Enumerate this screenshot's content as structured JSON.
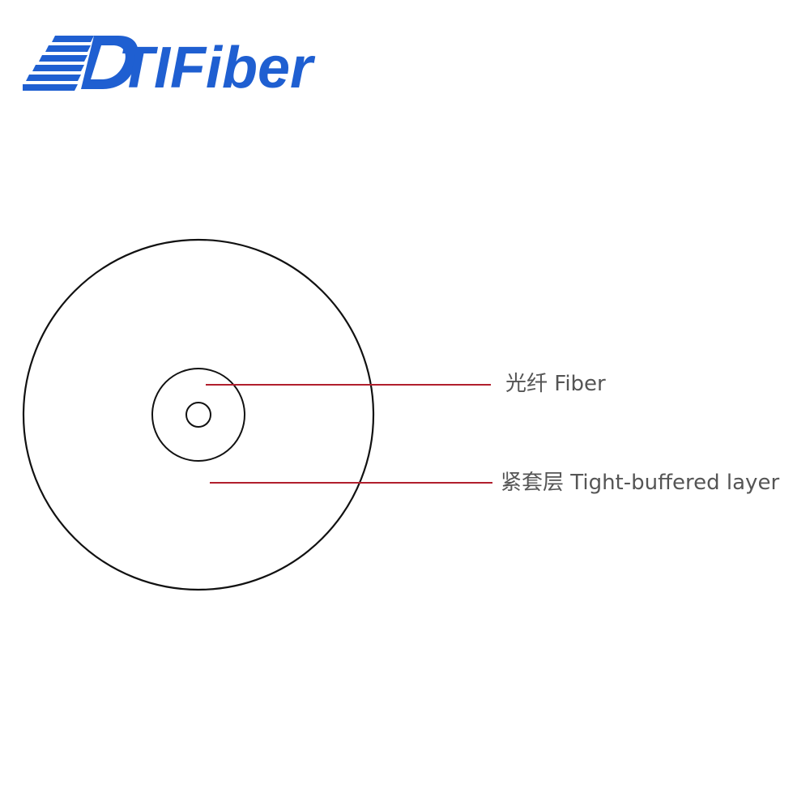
{
  "brand": {
    "logo_text": "TIFiber",
    "logo_color": "#1f5fd1"
  },
  "diagram": {
    "labels": {
      "fiber": "光纤 Fiber",
      "tight_buffered_layer": "紧套层 Tight-buffered layer"
    },
    "leader_line_color": "#b11f2d",
    "outline_color": "#111111"
  }
}
